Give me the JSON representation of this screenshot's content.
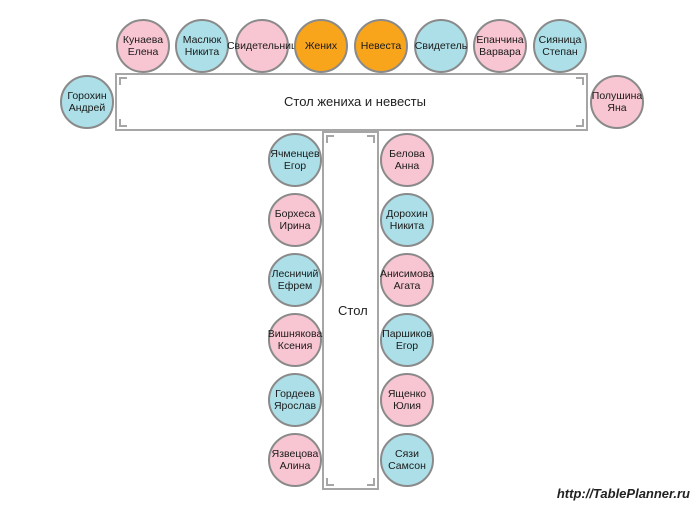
{
  "tables": {
    "head_table_label": "Стол жениха и невесты",
    "long_table_label": "Стол"
  },
  "colors": {
    "male": "#acdfe7",
    "female": "#f8c6d2",
    "couple": "#f8a51c",
    "outline": "#8a8a8a"
  },
  "head_row": [
    {
      "l1": "Кунаева",
      "l2": "Елена",
      "color": "pink"
    },
    {
      "l1": "Маслюк",
      "l2": "Никита",
      "color": "blue"
    },
    {
      "l1": "Свидетельниц",
      "l2": "",
      "color": "pink"
    },
    {
      "l1": "Жених",
      "l2": "",
      "color": "orange"
    },
    {
      "l1": "Невеста",
      "l2": "",
      "color": "orange"
    },
    {
      "l1": "Свидетель",
      "l2": "",
      "color": "blue"
    },
    {
      "l1": "Епанчина",
      "l2": "Варвара",
      "color": "pink"
    },
    {
      "l1": "Сияница",
      "l2": "Степан",
      "color": "blue"
    }
  ],
  "head_ends": [
    {
      "l1": "Горохин",
      "l2": "Андрей",
      "color": "blue"
    },
    {
      "l1": "Полушина",
      "l2": "Яна",
      "color": "pink"
    }
  ],
  "left_column": [
    {
      "l1": "Ячменцев",
      "l2": "Егор",
      "color": "blue"
    },
    {
      "l1": "Борхеса",
      "l2": "Ирина",
      "color": "pink"
    },
    {
      "l1": "Лесничий",
      "l2": "Ефрем",
      "color": "blue"
    },
    {
      "l1": "Вишнякова",
      "l2": "Ксения",
      "color": "pink"
    },
    {
      "l1": "Гордеев",
      "l2": "Ярослав",
      "color": "blue"
    },
    {
      "l1": "Язвецова",
      "l2": "Алина",
      "color": "pink"
    }
  ],
  "right_column": [
    {
      "l1": "Белова",
      "l2": "Анна",
      "color": "pink"
    },
    {
      "l1": "Дорохин",
      "l2": "Никита",
      "color": "blue"
    },
    {
      "l1": "Анисимова",
      "l2": "Агата",
      "color": "pink"
    },
    {
      "l1": "Паршиков",
      "l2": "Егор",
      "color": "blue"
    },
    {
      "l1": "Ященко",
      "l2": "Юлия",
      "color": "pink"
    },
    {
      "l1": "Сязи",
      "l2": "Самсон",
      "color": "blue"
    }
  ],
  "watermark": "http://TablePlanner.ru"
}
